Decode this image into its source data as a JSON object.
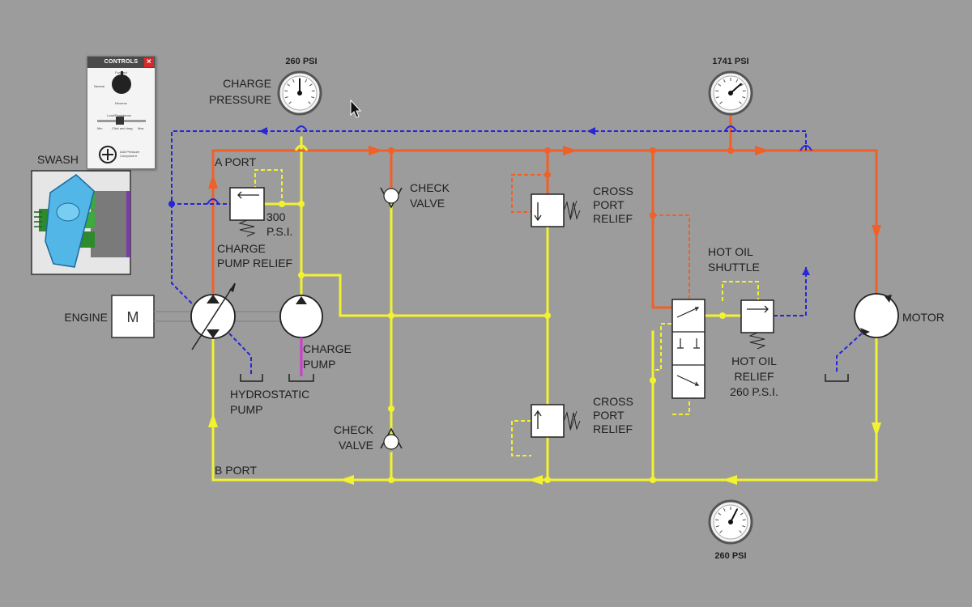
{
  "colors": {
    "background": "#9c9c9c",
    "high_pressure": "#f06028",
    "low_pressure": "#f2f230",
    "case_drain": "#2626d6",
    "charge_inlet": "#d238d2"
  },
  "labels": {
    "charge_pressure_line1": "CHARGE",
    "charge_pressure_line2": "PRESSURE",
    "a_port": "A PORT",
    "b_port": "B PORT",
    "check_valve_top_line1": "CHECK",
    "check_valve_top_line2": "VALVE",
    "check_valve_bottom_line1": "CHECK",
    "check_valve_bottom_line2": "VALVE",
    "cross_port_relief_top_line1": "CROSS",
    "cross_port_relief_top_line2": "PORT",
    "cross_port_relief_top_line3": "RELIEF",
    "cross_port_relief_bottom_line1": "CROSS",
    "cross_port_relief_bottom_line2": "PORT",
    "cross_port_relief_bottom_line3": "RELIEF",
    "charge_relief_setting_line1": "300",
    "charge_relief_setting_line2": "P.S.I.",
    "charge_pump_relief_line1": "CHARGE",
    "charge_pump_relief_line2": "PUMP RELIEF",
    "hot_oil_shuttle_line1": "HOT OIL",
    "hot_oil_shuttle_line2": "SHUTTLE",
    "hot_oil_relief_line1": "HOT OIL",
    "hot_oil_relief_line2": "RELIEF",
    "hot_oil_relief_line3": "260 P.S.I.",
    "engine": "ENGINE",
    "engine_symbol": "M",
    "hydrostatic_pump_line1": "HYDROSTATIC",
    "hydrostatic_pump_line2": "PUMP",
    "charge_pump_line1": "CHARGE",
    "charge_pump_line2": "PUMP",
    "motor": "MOTOR",
    "swash": "SWASH"
  },
  "gauges": {
    "charge": {
      "reading": "260 PSI",
      "needle_fraction": 0.5
    },
    "high": {
      "reading": "1741 PSI",
      "needle_fraction": 0.68
    },
    "low": {
      "reading": "260 PSI",
      "needle_fraction": 0.6
    }
  },
  "controls": {
    "title": "CONTROLS",
    "close_icon": "close-icon",
    "forward": "Forward",
    "neutral": "Neutral",
    "reverse": "Reverse",
    "load_label": "Load/Resistance",
    "min_label": "Min",
    "max_label": "Max",
    "click_drag": "Click and drag",
    "crosshair_caption": "Add Pressure Component"
  }
}
